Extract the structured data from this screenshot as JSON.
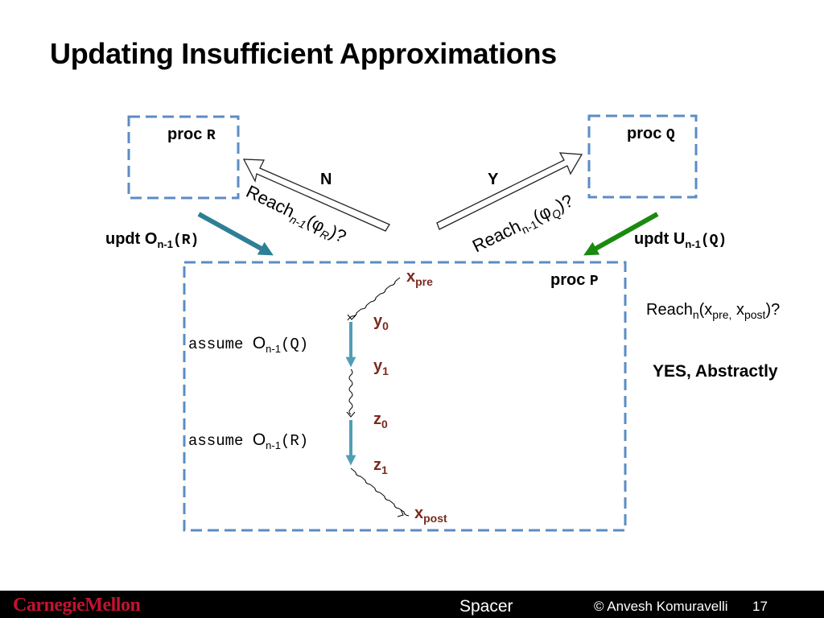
{
  "slide": {
    "title": "Updating Insufficient Approximations",
    "page_number": "17"
  },
  "procs": {
    "r": {
      "label": "proc",
      "name": "R"
    },
    "q": {
      "label": "proc",
      "name": "Q"
    },
    "p": {
      "label": "proc",
      "name": "P"
    }
  },
  "arrows": {
    "left": {
      "answer": "N",
      "text": "Reach",
      "sub": "n-1",
      "open": "(φ",
      "var": "R",
      "close": ")?"
    },
    "right": {
      "answer": "Y",
      "text": "Reach",
      "sub": "n-1",
      "open": "(φ",
      "var": "Q",
      "close": ")?"
    }
  },
  "updates": {
    "left": {
      "prefix": "updt O",
      "sub": "n-1",
      "arg": "(R)"
    },
    "right": {
      "prefix": "updt U",
      "sub": "n-1",
      "arg": "(Q)"
    }
  },
  "assumes": [
    {
      "kw": "assume",
      "o": "O",
      "sub": "n-1",
      "arg": "(Q)"
    },
    {
      "kw": "assume",
      "o": "O",
      "sub": "n-1",
      "arg": "(R)"
    }
  ],
  "points": {
    "x_pre": {
      "base": "x",
      "sub": "pre"
    },
    "y0": {
      "base": "y",
      "sub": "0"
    },
    "y1": {
      "base": "y",
      "sub": "1"
    },
    "z0": {
      "base": "z",
      "sub": "0"
    },
    "z1": {
      "base": "z",
      "sub": "1"
    },
    "x_post": {
      "base": "x",
      "sub": "post"
    }
  },
  "query": {
    "text": "Reach",
    "sub_n": "n",
    "open": "(x",
    "sub_pre": "pre,",
    "mid": " x",
    "sub_post": "post",
    "close": ")?",
    "answer": "YES, Abstractly"
  },
  "footer": {
    "logo": "CarnegieMellon",
    "center": "Spacer",
    "copyright": "© Anvesh Komuravelli"
  },
  "colors": {
    "box_border": "#5b8cc4",
    "teal_arrow": "#2e7f95",
    "green_arrow": "#1a8a0f",
    "point_label": "#7a2a1e",
    "brand_red": "#c41230"
  }
}
